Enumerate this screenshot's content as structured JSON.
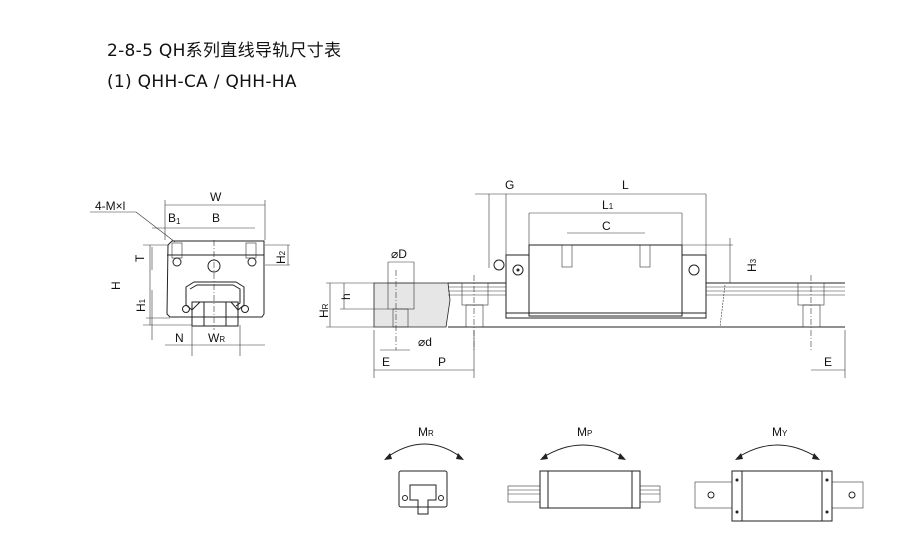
{
  "heading": "2-8-5 QH系列直线导轨尺寸表",
  "subheading": "(1) QHH-CA / QHH-HA",
  "front_view": {
    "labels": {
      "W": "W",
      "B1": "B",
      "B1_sub": "1",
      "B": "B",
      "M": "4-M×l",
      "T": "T",
      "H": "H",
      "H1": "H",
      "H1_sub": "1",
      "H2": "H",
      "H2_sub": "2",
      "N": "N",
      "WR": "W",
      "WR_sub": "R"
    }
  },
  "side_view": {
    "labels": {
      "G": "G",
      "L": "L",
      "L1": "L",
      "L1_sub": "1",
      "C": "C",
      "D": "⌀D",
      "h": "h",
      "HR": "H",
      "HR_sub": "R",
      "d": "⌀d",
      "E_left": "E",
      "P": "P",
      "E_right": "E",
      "H3": "H",
      "H3_sub": "3"
    }
  },
  "moments": [
    {
      "label": "M",
      "sub": "R"
    },
    {
      "label": "M",
      "sub": "P"
    },
    {
      "label": "M",
      "sub": "Y"
    }
  ]
}
